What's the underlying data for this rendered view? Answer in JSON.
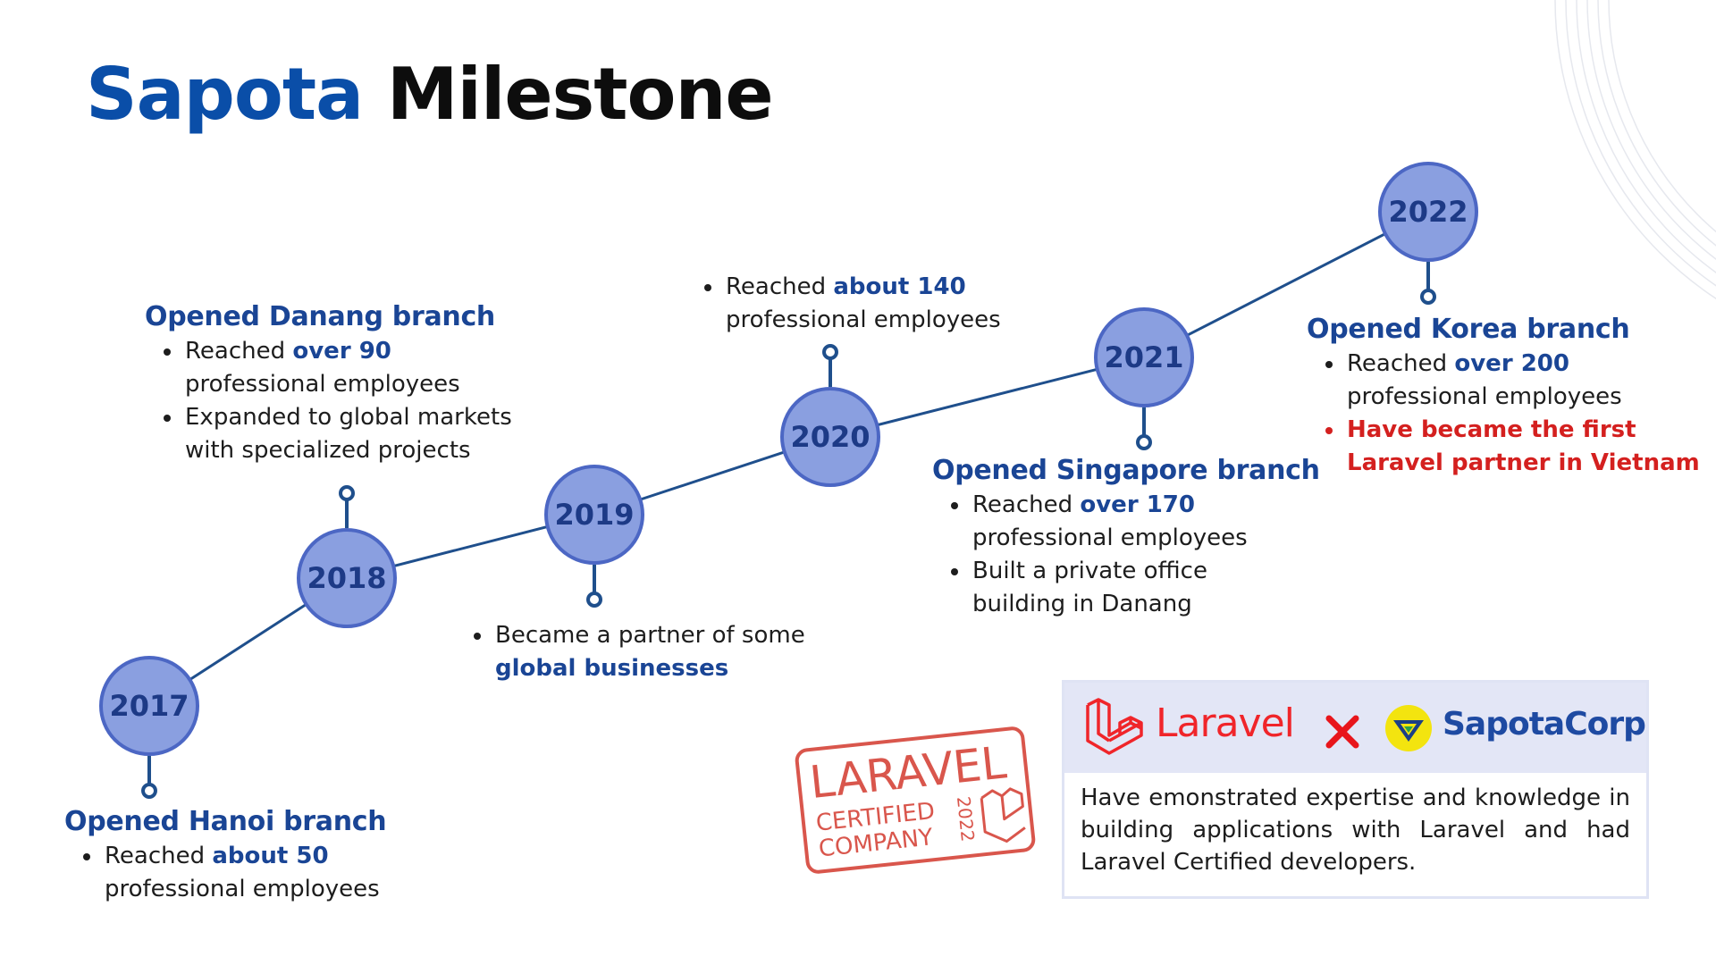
{
  "header": {
    "title_brand": "Sapota",
    "title_rest": "Milestone"
  },
  "milestones": [
    {
      "year": "2017",
      "heading": "Opened Hanoi branch",
      "bullets": [
        {
          "pre": "Reached ",
          "hl": "about 50",
          "line2": "professional employees"
        }
      ]
    },
    {
      "year": "2018",
      "heading": "Opened Danang branch",
      "bullets": [
        {
          "pre": "Reached ",
          "hl": "over 90",
          "line2": "professional employees"
        },
        {
          "line1": "Expanded to global markets",
          "line2": "with specialized projects"
        }
      ]
    },
    {
      "year": "2019",
      "heading": "",
      "bullets": [
        {
          "line1": "Became a partner of some",
          "hl2": "global businesses"
        }
      ]
    },
    {
      "year": "2020",
      "heading": "",
      "bullets": [
        {
          "pre": "Reached ",
          "hl": "about 140",
          "line2": "professional employees"
        }
      ]
    },
    {
      "year": "2021",
      "heading": "Opened Singapore branch",
      "bullets": [
        {
          "pre": "Reached ",
          "hl": "over 170",
          "line2": "professional employees"
        },
        {
          "line1": "Built a private office",
          "line2": "building in Danang"
        }
      ]
    },
    {
      "year": "2022",
      "heading": "Opened Korea branch",
      "bullets": [
        {
          "pre": "Reached ",
          "hl": "over 200",
          "line2": "professional employees"
        },
        {
          "red1": "Have became the first",
          "red2": "Laravel partner in Vietnam"
        }
      ]
    }
  ],
  "stamp": {
    "line1": "LARAVEL",
    "line2": "CERTIFIED",
    "line3": "COMPANY",
    "year": "2022"
  },
  "partnership": {
    "laravel_name": "Laravel",
    "sapota_name": "SapotaCorp",
    "description": "Have emonstrated expertise and knowledge in building applications with  Laravel and had Laravel Certified developers."
  },
  "colors": {
    "node_fill": "#8a9fe0",
    "node_stroke": "#4c67c4",
    "line": "#1f4f8c",
    "brand_blue": "#0a4ea8",
    "heading_blue": "#1a4595",
    "accent_red": "#d4201f",
    "laravel_red": "#f0252a",
    "sapota_yellow": "#f3e40f"
  },
  "icons": [
    "laravel-logo-icon",
    "cross-icon",
    "sapota-logo-icon",
    "laravel-stamp-icon"
  ]
}
